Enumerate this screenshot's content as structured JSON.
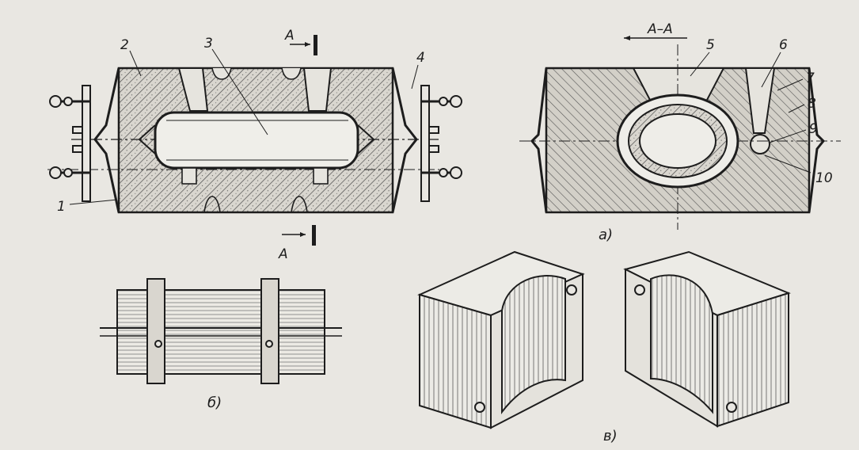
{
  "labels": {
    "n1": "1",
    "n2": "2",
    "n3": "3",
    "n4": "4",
    "n5": "5",
    "n6": "6",
    "n7": "7",
    "n8": "8",
    "n9": "9",
    "n10": "10",
    "sect_top": "A",
    "sect_bottom": "A",
    "sect_title": "A–A"
  },
  "captions": {
    "a": "а)",
    "b": "б)",
    "v": "в)"
  },
  "colors": {
    "background": "#e9e7e2",
    "ink": "#1d1d1d",
    "hatch": "#4a4a4a",
    "sand": "#b9b6ae"
  }
}
